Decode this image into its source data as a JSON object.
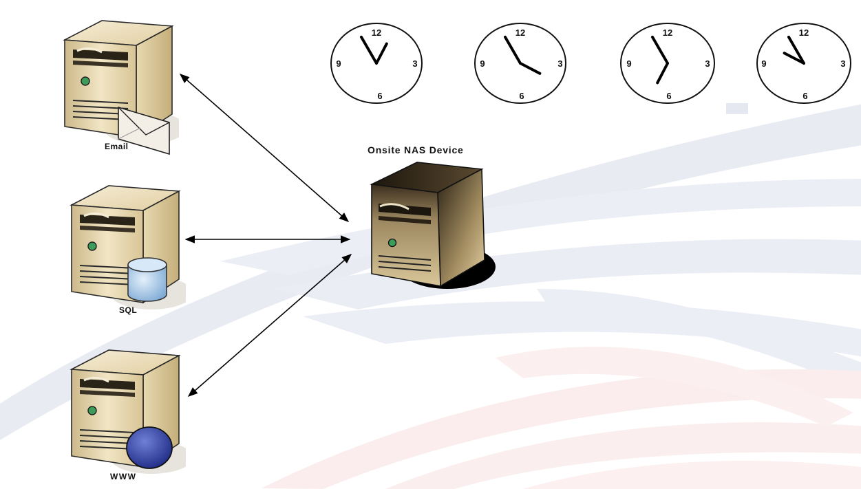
{
  "servers": [
    {
      "id": "email",
      "label": "Email",
      "badge": "envelope-icon"
    },
    {
      "id": "sql",
      "label": "SQL",
      "badge": "database-icon"
    },
    {
      "id": "www",
      "label": "WWW",
      "badge": "globe-icon"
    }
  ],
  "nas": {
    "label": "Onsite NAS Device"
  },
  "clock_numerals": {
    "twelve": "12",
    "three": "3",
    "six": "6",
    "nine": "9"
  },
  "clocks": [
    {
      "hour": 12,
      "minute": 55
    },
    {
      "hour": 3,
      "minute": 55
    },
    {
      "hour": 6,
      "minute": 55
    },
    {
      "hour": 9,
      "minute": 55
    }
  ],
  "colors": {
    "server_body": "#e6d6ac",
    "server_side": "#c9b580",
    "nas_dark": "#3b2f1c",
    "swoosh_blue": "#e8eaf2",
    "swoosh_red": "#faecec",
    "disk": "#9fc3e6",
    "globe": "#2e3d9e",
    "arrow": "#000000"
  }
}
